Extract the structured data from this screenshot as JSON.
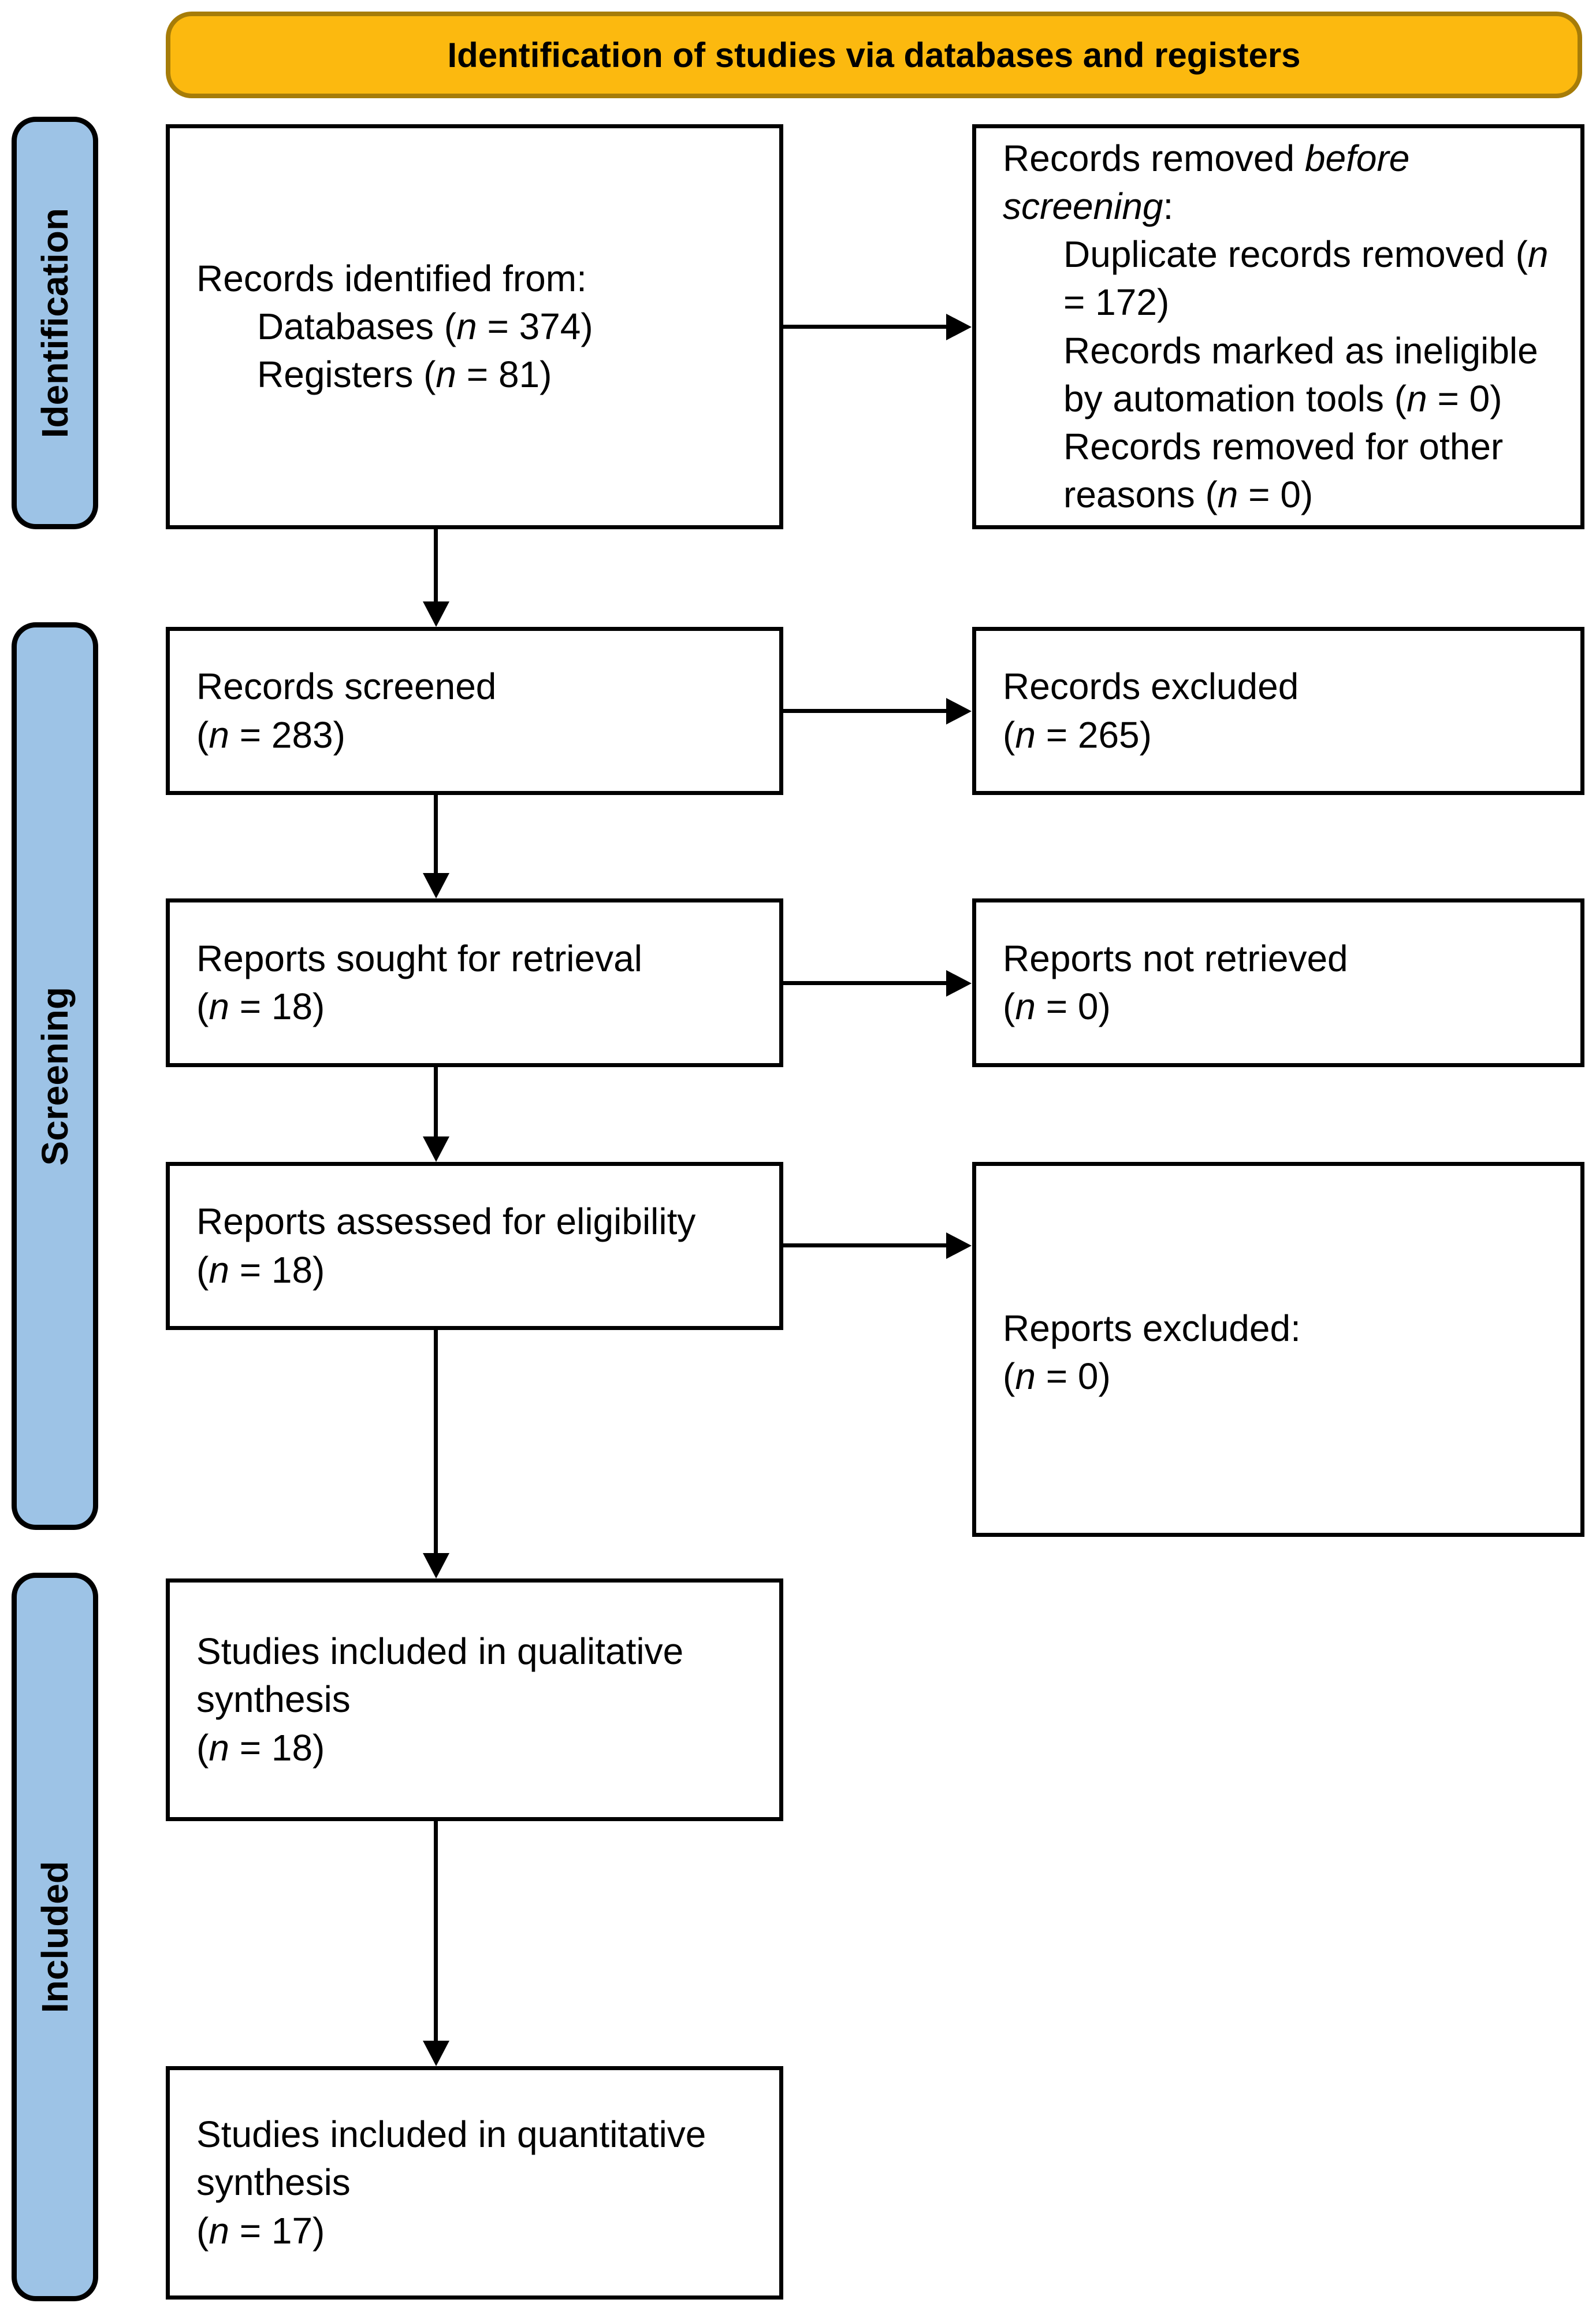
{
  "colors": {
    "banner_fill": "#FCB90F",
    "banner_border": "#A67C08",
    "stage_fill": "#9DC3E6",
    "stage_border": "#000000",
    "box_border": "#000000",
    "arrow": "#000000"
  },
  "banner": {
    "title": "Identification of studies via databases and registers"
  },
  "stages": {
    "identification": "Identification",
    "screening": "Screening",
    "included": "Included"
  },
  "boxes": {
    "records_identified": {
      "lines": [
        {
          "indent": 0,
          "segs": [
            {
              "t": "Records identified from:"
            }
          ]
        },
        {
          "indent": 1,
          "segs": [
            {
              "t": "Databases ("
            },
            {
              "t": "n",
              "i": true
            },
            {
              "t": " = 374)"
            }
          ]
        },
        {
          "indent": 1,
          "segs": [
            {
              "t": "Registers ("
            },
            {
              "t": "n",
              "i": true
            },
            {
              "t": " = 81)"
            }
          ]
        }
      ]
    },
    "records_removed": {
      "lines": [
        {
          "indent": 0,
          "segs": [
            {
              "t": "Records removed "
            },
            {
              "t": "before",
              "i": true
            }
          ]
        },
        {
          "indent": 0,
          "segs": [
            {
              "t": "screening",
              "i": true
            },
            {
              "t": ":"
            }
          ]
        },
        {
          "indent": 1,
          "segs": [
            {
              "t": "Duplicate records removed ("
            },
            {
              "t": "n",
              "i": true
            },
            {
              "t": " = 172)"
            }
          ]
        },
        {
          "indent": 1,
          "segs": [
            {
              "t": "Records marked as ineligible by automation tools ("
            },
            {
              "t": "n",
              "i": true
            },
            {
              "t": " = 0)"
            }
          ]
        },
        {
          "indent": 1,
          "segs": [
            {
              "t": "Records removed for other reasons ("
            },
            {
              "t": "n",
              "i": true
            },
            {
              "t": " = 0)"
            }
          ]
        }
      ]
    },
    "records_screened": {
      "lines": [
        {
          "indent": 0,
          "segs": [
            {
              "t": "Records screened"
            }
          ]
        },
        {
          "indent": 0,
          "segs": [
            {
              "t": "("
            },
            {
              "t": "n",
              "i": true
            },
            {
              "t": " = 283)"
            }
          ]
        }
      ]
    },
    "records_excluded": {
      "lines": [
        {
          "indent": 0,
          "segs": [
            {
              "t": "Records excluded"
            }
          ]
        },
        {
          "indent": 0,
          "segs": [
            {
              "t": "("
            },
            {
              "t": "n",
              "i": true
            },
            {
              "t": " = 265)"
            }
          ]
        }
      ]
    },
    "reports_sought": {
      "lines": [
        {
          "indent": 0,
          "segs": [
            {
              "t": "Reports sought for retrieval"
            }
          ]
        },
        {
          "indent": 0,
          "segs": [
            {
              "t": "("
            },
            {
              "t": "n",
              "i": true
            },
            {
              "t": " = 18)"
            }
          ]
        }
      ]
    },
    "reports_not_retrieved": {
      "lines": [
        {
          "indent": 0,
          "segs": [
            {
              "t": "Reports not retrieved"
            }
          ]
        },
        {
          "indent": 0,
          "segs": [
            {
              "t": "("
            },
            {
              "t": "n",
              "i": true
            },
            {
              "t": " = 0)"
            }
          ]
        }
      ]
    },
    "reports_assessed": {
      "lines": [
        {
          "indent": 0,
          "segs": [
            {
              "t": "Reports assessed for eligibility"
            }
          ]
        },
        {
          "indent": 0,
          "segs": [
            {
              "t": "("
            },
            {
              "t": "n",
              "i": true
            },
            {
              "t": " = 18)"
            }
          ]
        }
      ]
    },
    "reports_excluded": {
      "lines": [
        {
          "indent": 0,
          "segs": [
            {
              "t": "Reports excluded:"
            }
          ]
        },
        {
          "indent": 0,
          "segs": [
            {
              "t": "("
            },
            {
              "t": "n",
              "i": true
            },
            {
              "t": " = 0)"
            }
          ]
        }
      ]
    },
    "qualitative": {
      "lines": [
        {
          "indent": 0,
          "segs": [
            {
              "t": "Studies included in qualitative"
            }
          ]
        },
        {
          "indent": 0,
          "segs": [
            {
              "t": "synthesis"
            }
          ]
        },
        {
          "indent": 0,
          "segs": [
            {
              "t": "("
            },
            {
              "t": "n",
              "i": true
            },
            {
              "t": " = 18)"
            }
          ]
        }
      ]
    },
    "quantitative": {
      "lines": [
        {
          "indent": 0,
          "segs": [
            {
              "t": "Studies included in quantitative"
            }
          ]
        },
        {
          "indent": 0,
          "segs": [
            {
              "t": "synthesis"
            }
          ]
        },
        {
          "indent": 0,
          "segs": [
            {
              "t": "("
            },
            {
              "t": "n",
              "i": true
            },
            {
              "t": " = 17)"
            }
          ]
        }
      ]
    }
  }
}
